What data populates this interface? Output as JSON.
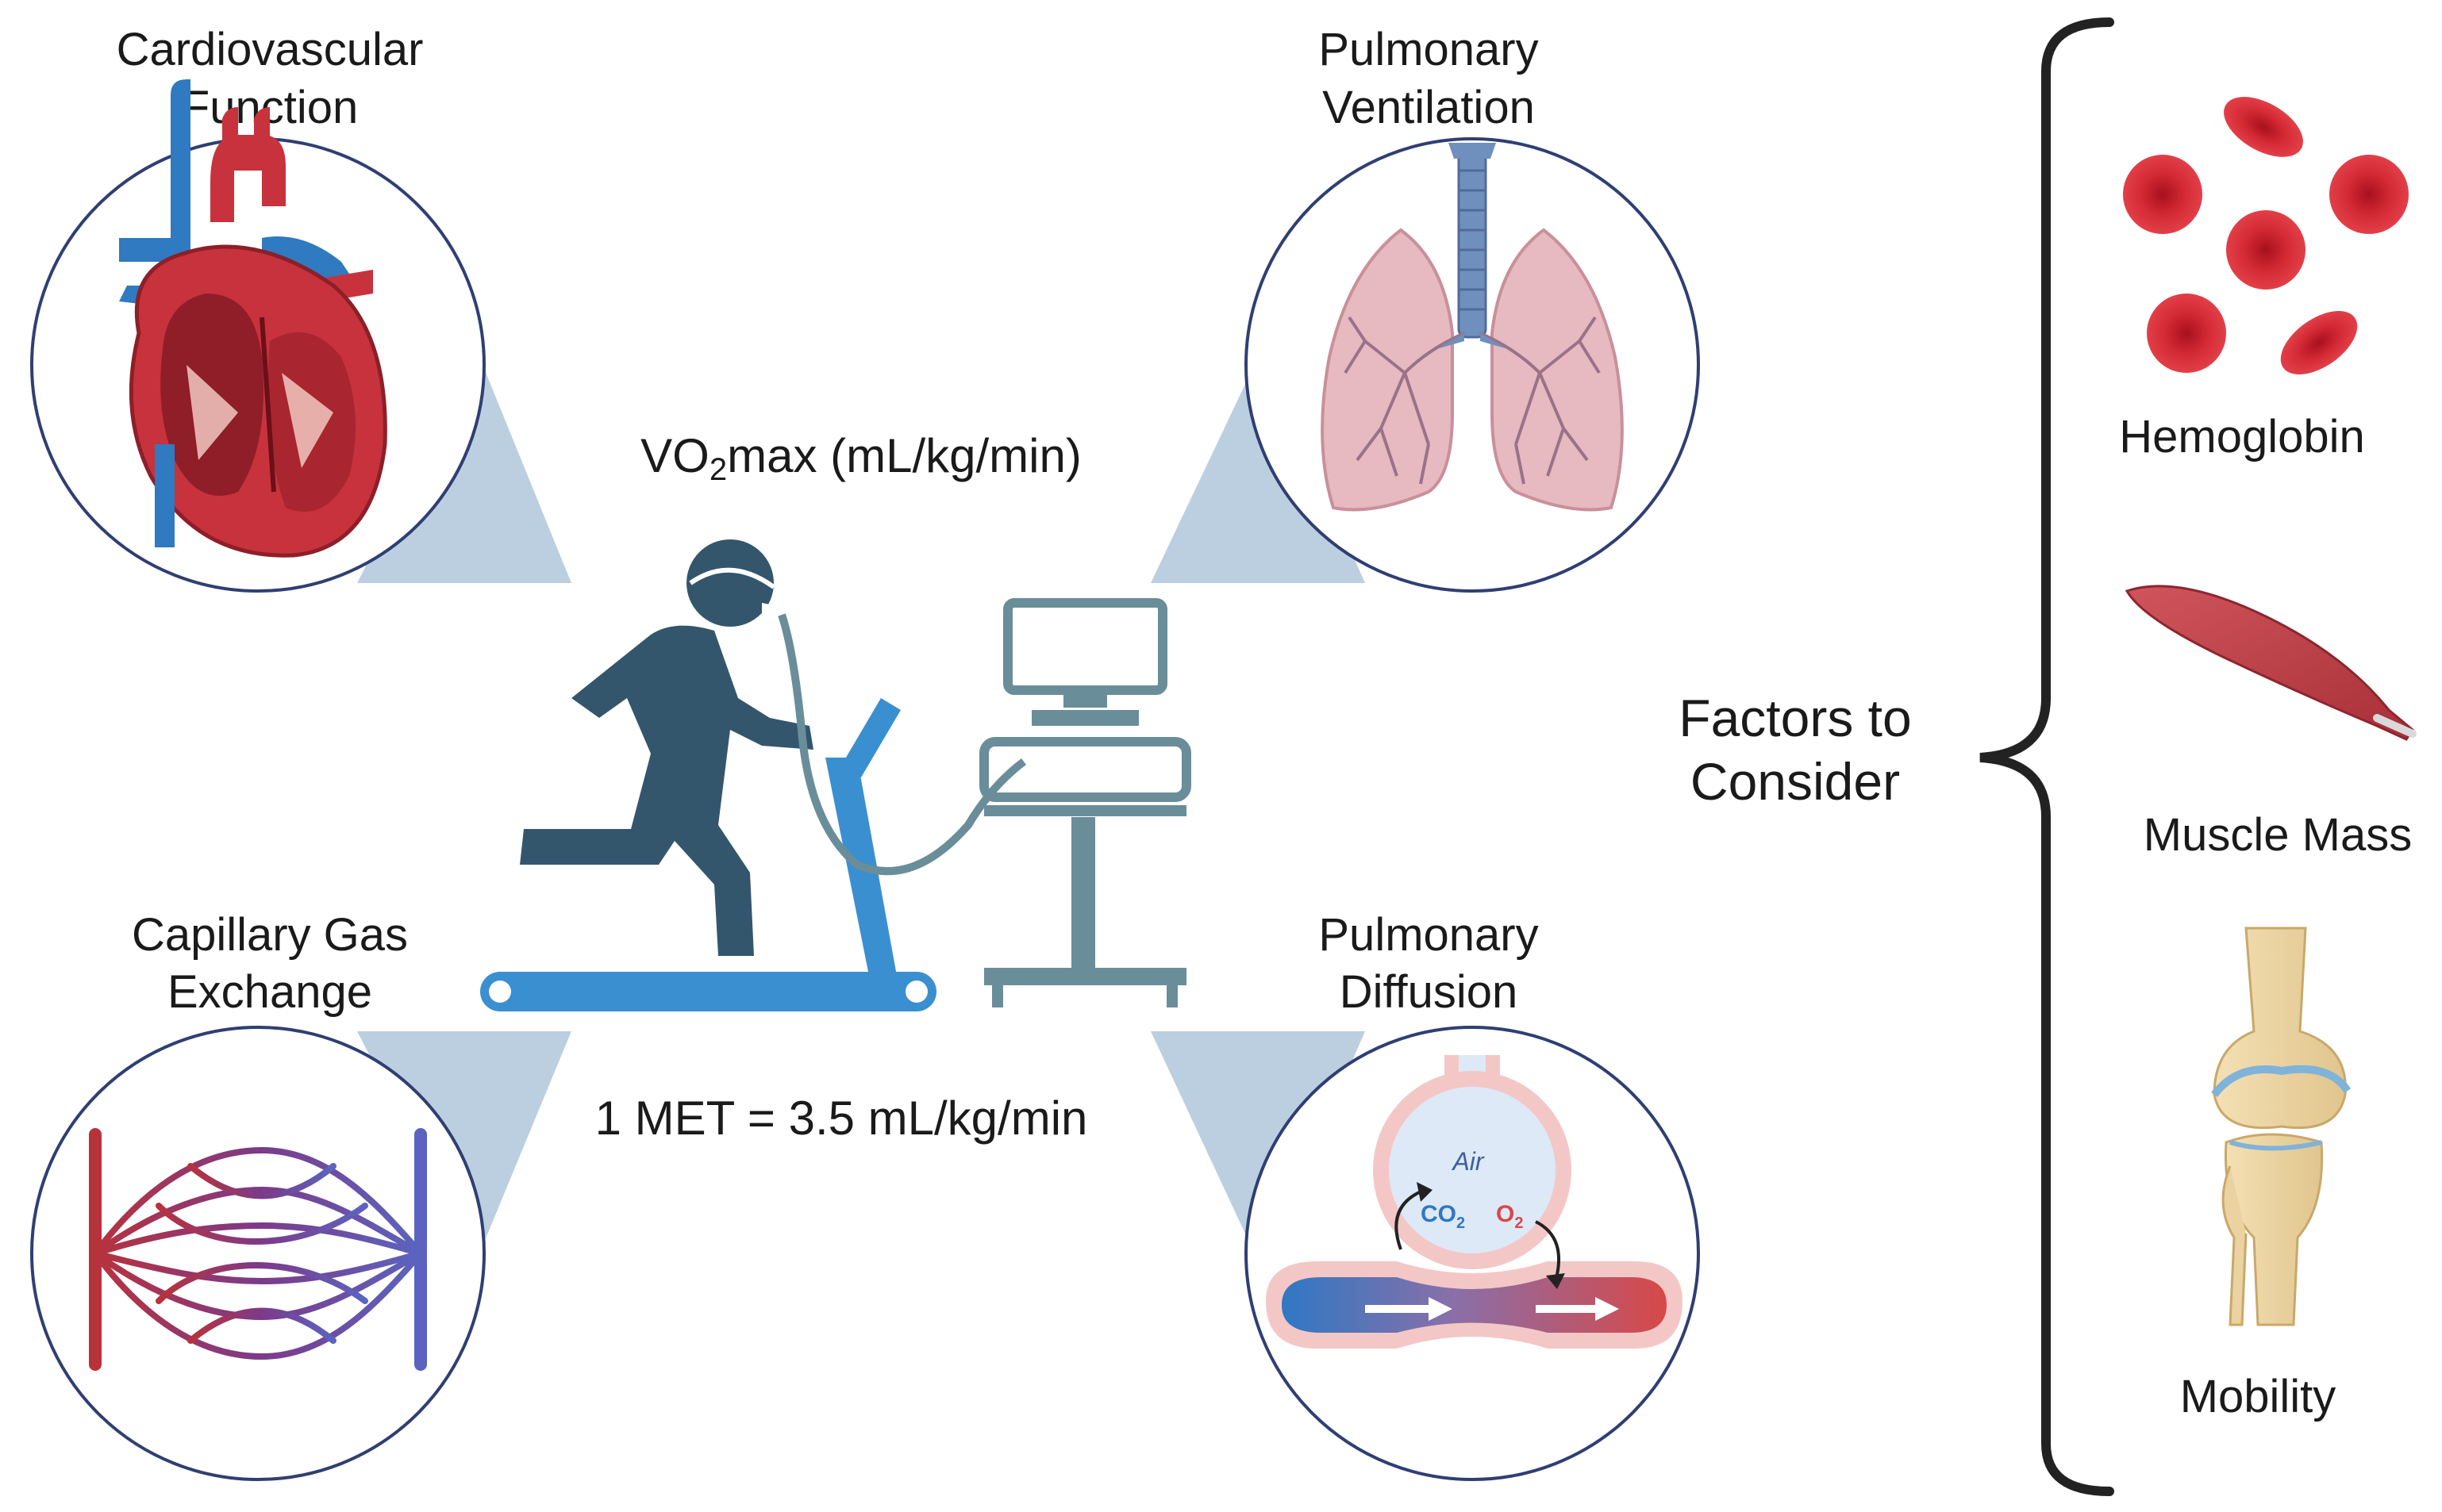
{
  "panels": {
    "cardiovascular": {
      "line1": "Cardiovascular",
      "line2": "Function"
    },
    "pulmonary_ventilation": {
      "line1": "Pulmonary",
      "line2": "Ventilation"
    },
    "capillary_exchange": {
      "line1": "Capillary Gas",
      "line2": "Exchange"
    },
    "pulmonary_diffusion": {
      "line1": "Pulmonary",
      "line2": "Diffusion"
    }
  },
  "center": {
    "vo2_prefix": "VO",
    "vo2_sub": "2",
    "vo2_suffix": "max (mL/kg/min)",
    "met": "1 MET = 3.5 mL/kg/min"
  },
  "diffusion": {
    "air": "Air",
    "co2": "CO",
    "co2_sub": "2",
    "o2": "O",
    "o2_sub": "2"
  },
  "factors": {
    "title_line1": "Factors to",
    "title_line2": "Consider",
    "items": [
      "Hemoglobin",
      "Muscle Mass",
      "Mobility"
    ]
  },
  "icons": {
    "heart": "heart-icon",
    "lungs": "lungs-icon",
    "capillaries": "capillary-network-icon",
    "alveolus": "alveolus-icon",
    "runner": "runner-icon",
    "treadmill": "treadmill-icon",
    "metabolic_cart": "metabolic-cart-icon",
    "red_blood_cells": "red-blood-cells-icon",
    "muscle": "muscle-icon",
    "knee": "knee-joint-icon"
  },
  "colors": {
    "circle_stroke": "#2f3f73",
    "callout": "#bccfe0",
    "runner": "#34566d",
    "treadmill": "#3a8fd0",
    "cart": "#6a8d9a",
    "artery_red": "#c8323c",
    "vein_blue": "#2f7ac0"
  }
}
